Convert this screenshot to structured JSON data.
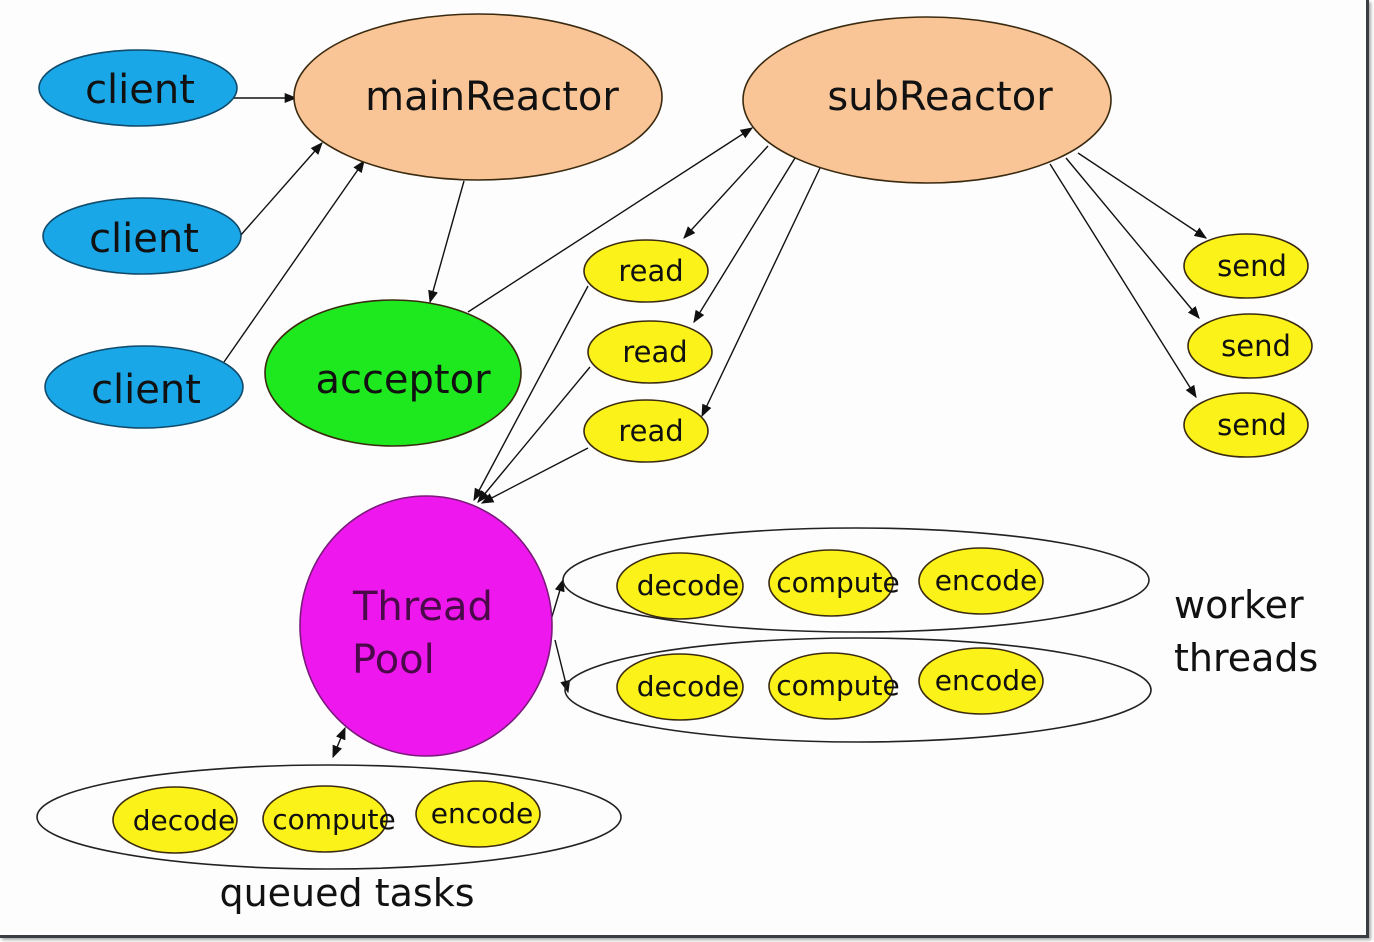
{
  "title": "Multi-Reactor Thread Pool Model",
  "colors": {
    "client": "#1aa7e8",
    "reactor": "#f9c597",
    "acceptor": "#1ee81e",
    "io": "#fbf21a",
    "threadpool": "#ee18ee",
    "task": "#fbf21a",
    "stroke": "#3a2a10"
  },
  "nodes": {
    "client1": {
      "label": "client",
      "kind": "client"
    },
    "client2": {
      "label": "client",
      "kind": "client"
    },
    "client3": {
      "label": "client",
      "kind": "client"
    },
    "mainReactor": {
      "label": "mainReactor",
      "kind": "reactor"
    },
    "subReactor": {
      "label": "subReactor",
      "kind": "reactor"
    },
    "acceptor": {
      "label": "acceptor",
      "kind": "acceptor"
    },
    "read1": {
      "label": "read",
      "kind": "io"
    },
    "read2": {
      "label": "read",
      "kind": "io"
    },
    "read3": {
      "label": "read",
      "kind": "io"
    },
    "send1": {
      "label": "send",
      "kind": "io"
    },
    "send2": {
      "label": "send",
      "kind": "io"
    },
    "send3": {
      "label": "send",
      "kind": "io"
    },
    "threadPool": {
      "label_line1": "Thread",
      "label_line2": "Pool",
      "kind": "threadpool"
    }
  },
  "worker_threads": [
    {
      "tasks": [
        "decode",
        "compute",
        "encode"
      ]
    },
    {
      "tasks": [
        "decode",
        "compute",
        "encode"
      ]
    }
  ],
  "queued_tasks": {
    "tasks": [
      "decode",
      "compute",
      "encode"
    ]
  },
  "labels": {
    "worker_line1": "worker",
    "worker_line2": "threads",
    "queued": "queued tasks"
  },
  "edges": [
    {
      "from": "client1",
      "to": "mainReactor"
    },
    {
      "from": "client2",
      "to": "mainReactor"
    },
    {
      "from": "client3",
      "to": "mainReactor"
    },
    {
      "from": "mainReactor",
      "to": "acceptor"
    },
    {
      "from": "acceptor",
      "to": "subReactor"
    },
    {
      "from": "subReactor",
      "to": "read1"
    },
    {
      "from": "subReactor",
      "to": "read2"
    },
    {
      "from": "subReactor",
      "to": "read3"
    },
    {
      "from": "subReactor",
      "to": "send1"
    },
    {
      "from": "subReactor",
      "to": "send2"
    },
    {
      "from": "subReactor",
      "to": "send3"
    },
    {
      "from": "read1",
      "to": "threadPool"
    },
    {
      "from": "read2",
      "to": "threadPool"
    },
    {
      "from": "read3",
      "to": "threadPool"
    },
    {
      "from": "threadPool",
      "to": "worker_threads.0"
    },
    {
      "from": "threadPool",
      "to": "worker_threads.1"
    },
    {
      "from": "threadPool",
      "to": "queued_tasks",
      "bidirectional": true
    }
  ]
}
